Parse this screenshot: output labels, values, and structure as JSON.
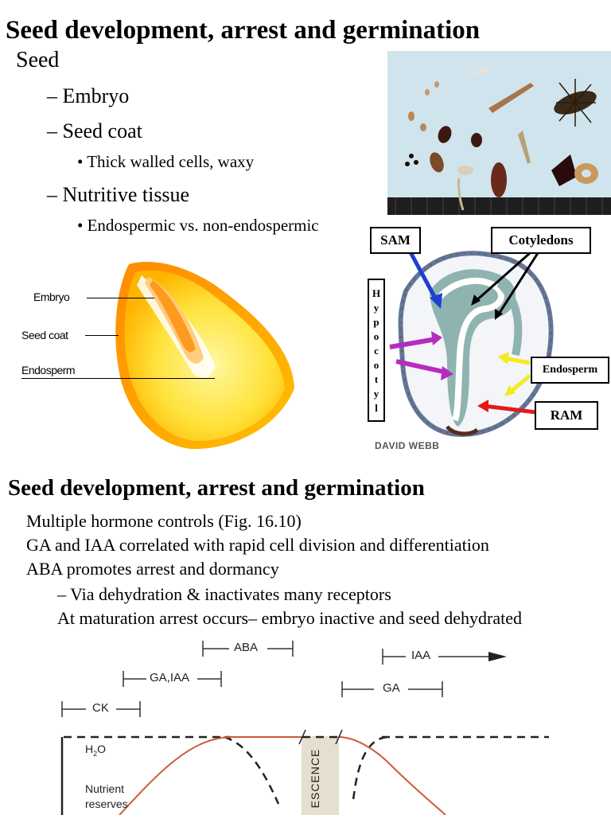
{
  "slide1": {
    "title": "Seed development, arrest and germination",
    "heading": "Seed",
    "items": [
      "– Embryo",
      "– Seed coat",
      "• Thick walled cells, waxy",
      "– Nutritive tissue",
      "• Endospermic vs. non-endospermic"
    ]
  },
  "diagram": {
    "embryo_label": "Embryo",
    "seedcoat_label": "Seed coat",
    "endosperm_label": "Endosperm"
  },
  "micrograph": {
    "sam": "SAM",
    "cotyledons": "Cotyledons",
    "hypocotyl": [
      "H",
      "y",
      "p",
      "o",
      "c",
      "o",
      "t",
      "y",
      "l"
    ],
    "endosperm": "Endosperm",
    "ram": "RAM",
    "credit": "DAVID WEBB"
  },
  "slide2": {
    "title": "Seed development, arrest and germination",
    "lines": [
      "Multiple hormone controls (Fig. 16.10)",
      "GA and IAA correlated with rapid cell division and differentiation",
      "ABA promotes arrest and dormancy",
      "– Via dehydration & inactivates many receptors",
      "At maturation arrest occurs– embryo inactive and seed dehydrated"
    ]
  },
  "figure": {
    "aba": "ABA",
    "gaiaa": "GA,IAA",
    "ck": "CK",
    "iaa": "IAA",
    "ga": "GA",
    "h2o": "H",
    "h2o_sub": "2",
    "h2o_end": "O",
    "nutrient": "Nutrient",
    "reserves": "reserves",
    "quiescence": "ESCENCE",
    "curve_color": "#d0583a"
  }
}
